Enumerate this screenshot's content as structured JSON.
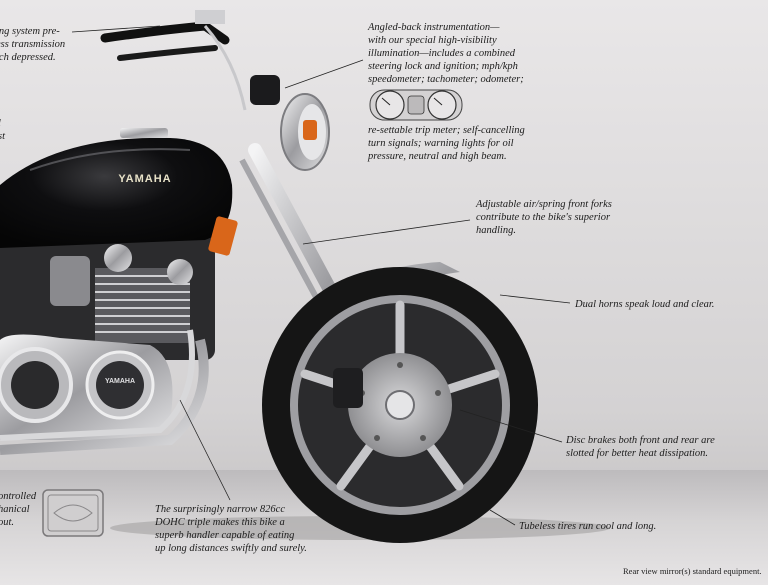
{
  "captions": {
    "left_top": [
      "ing system pre-",
      "ess transmission",
      "tch depressed."
    ],
    "left_mid": [
      "l",
      "st"
    ],
    "instrumentation_top": [
      "Angled-back instrumentation—",
      "with our special high-visibility",
      "illumination—includes a combined",
      "steering lock and ignition; mph/kph",
      "speedometer; tachometer; odometer;"
    ],
    "instrumentation_bottom": [
      "re-settable trip meter; self-cancelling",
      "turn signals; warning lights for oil",
      "pressure, neutral and high beam."
    ],
    "forks": [
      "Adjustable air/spring front forks",
      "contribute to the bike's superior",
      "handling."
    ],
    "horns": [
      "Dual horns speak loud and clear."
    ],
    "disc_brakes": [
      "Disc brakes both front and rear are",
      "slotted for better heat dissipation."
    ],
    "triple": [
      "The surprisingly narrow 826cc",
      "DOHC triple makes this bike a",
      "superb handler capable of eating",
      "up long distances swiftly and surely."
    ],
    "tubeless": [
      "Tubeless tires run cool and long."
    ],
    "left_bottom": [
      "ontrolled",
      "",
      "hanical",
      "out."
    ],
    "mirror_note": "Rear view mirror(s) standard equipment."
  },
  "bike": {
    "tank_brand": "YAMAHA",
    "engine_cover_brand": "YAMAHA"
  },
  "colors": {
    "tank": "#0b0b0c",
    "chrome": "#c9c9cc",
    "tire": "#141414",
    "reflector": "#d9661a"
  }
}
